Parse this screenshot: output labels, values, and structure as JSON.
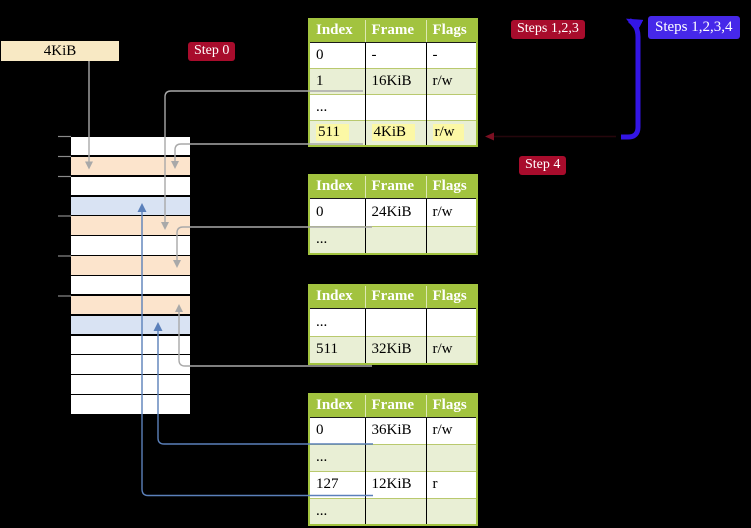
{
  "palette": {
    "background": "#000000",
    "beige_label": "#f8e9c4",
    "crimson_label": "#a80c2c",
    "violet_label": "#4628e9",
    "label_text": "#ffffff",
    "header_green": "#a2c33f",
    "row_green": "#e9efd5",
    "row_white": "#ffffff",
    "highlight_yellow": "#fcf8a5",
    "frame_peach": "#fce4cc",
    "frame_blue": "#d9e3f3",
    "gray_arrow": "#a9a9a9",
    "steel_arrow": "#5b80ba",
    "big_blue_arrow": "#3315e5",
    "dark_red_arrow": "#7c1022"
  },
  "labels": {
    "frame_size": "4KiB",
    "step_0": "Step 0",
    "steps_123": "Steps 1,2,3",
    "steps_1234": "Steps 1,2,3,4",
    "step_4": "Step 4"
  },
  "memory_stack": {
    "rows": [
      "white",
      "peach",
      "white",
      "blue",
      "peach",
      "white",
      "peach",
      "white",
      "peach",
      "blue",
      "white",
      "white",
      "white",
      "white"
    ]
  },
  "tables": [
    {
      "headers": [
        "Index",
        "Frame",
        "Flags"
      ],
      "rows": [
        {
          "cells": [
            "0",
            "-",
            "-"
          ]
        },
        {
          "cells": [
            "1",
            "16KiB",
            "r/w"
          ]
        },
        {
          "cells": [
            "...",
            "",
            ""
          ]
        },
        {
          "cells": [
            "511",
            "4KiB",
            "r/w"
          ]
        }
      ]
    },
    {
      "headers": [
        "Index",
        "Frame",
        "Flags"
      ],
      "rows": [
        {
          "cells": [
            "0",
            "24KiB",
            "r/w"
          ]
        },
        {
          "cells": [
            "...",
            "",
            ""
          ]
        }
      ]
    },
    {
      "headers": [
        "Index",
        "Frame",
        "Flags"
      ],
      "rows": [
        {
          "cells": [
            "...",
            "",
            ""
          ]
        },
        {
          "cells": [
            "511",
            "32KiB",
            "r/w"
          ]
        }
      ]
    },
    {
      "headers": [
        "Index",
        "Frame",
        "Flags"
      ],
      "rows": [
        {
          "cells": [
            "0",
            "36KiB",
            "r/w"
          ]
        },
        {
          "cells": [
            "...",
            "",
            ""
          ]
        },
        {
          "cells": [
            "127",
            "12KiB",
            "r"
          ]
        },
        {
          "cells": [
            "...",
            "",
            ""
          ]
        }
      ]
    }
  ]
}
